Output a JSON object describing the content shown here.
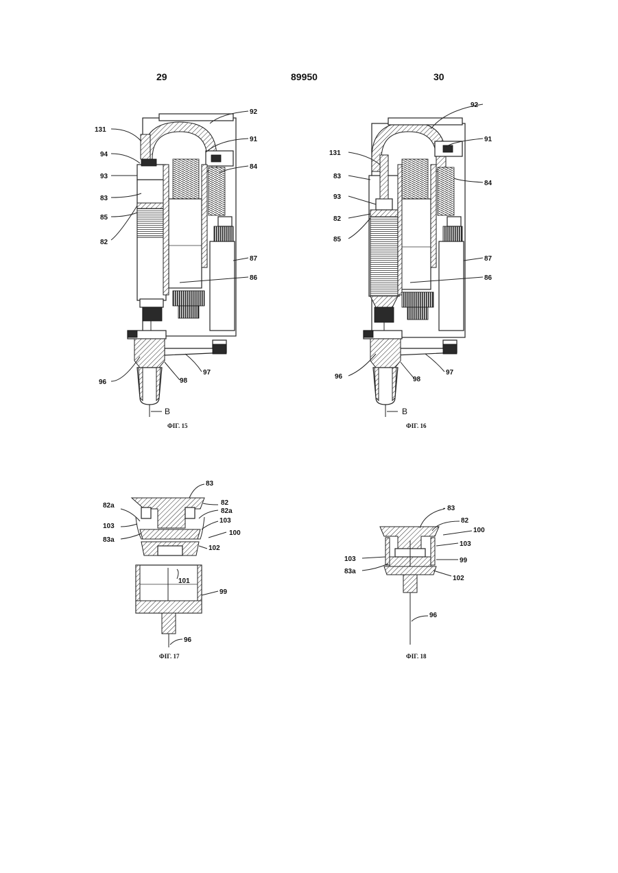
{
  "header": {
    "page_left": "29",
    "patent_number": "89950",
    "page_right": "30"
  },
  "fig15": {
    "caption": "ФІГ. 15",
    "axis_label": "B",
    "labels": {
      "l131": "131",
      "l94": "94",
      "l93": "93",
      "l83": "83",
      "l85": "85",
      "l82": "82",
      "l92": "92",
      "l91": "91",
      "l84": "84",
      "l87": "87",
      "l86": "86",
      "l96": "96",
      "l98": "98",
      "l97": "97"
    }
  },
  "fig16": {
    "caption": "ФІГ. 16",
    "axis_label": "B",
    "labels": {
      "l131": "131",
      "l83": "83",
      "l93": "93",
      "l82": "82",
      "l85": "85",
      "l92": "92",
      "l91": "91",
      "l84": "84",
      "l87": "87",
      "l86": "86",
      "l96": "96",
      "l98": "98",
      "l97": "97"
    }
  },
  "fig17": {
    "caption": "ФІГ. 17",
    "labels": {
      "l83": "83",
      "l82a_left": "82a",
      "l82": "82",
      "l82a_right": "82a",
      "l103_left": "103",
      "l103_right": "103",
      "l100": "100",
      "l83a": "83a",
      "l102": "102",
      "l101": "101",
      "l99": "99",
      "l96": "96"
    }
  },
  "fig18": {
    "caption": "ФІГ. 18",
    "labels": {
      "l83": "- 83",
      "l82": "82",
      "l100": "100",
      "l103_right": "103",
      "l103_left": "103",
      "l99": "99",
      "l83a": "83a",
      "l102": "102",
      "l96": "96"
    }
  }
}
